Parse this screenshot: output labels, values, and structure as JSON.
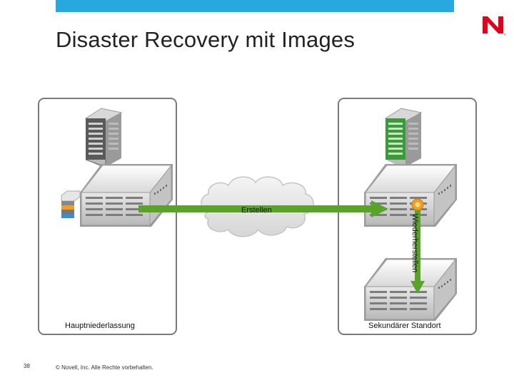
{
  "slide": {
    "title": "Disaster Recovery mit Images",
    "page_number": "38",
    "footer": "© Novell, Inc. Alle Rechte vorbehalten."
  },
  "logo": {
    "name": "novell-n-logo",
    "color": "#e2001a"
  },
  "sites": {
    "primary_label": "Hauptniederlassung",
    "secondary_label": "Sekundärer Standort"
  },
  "arrows": {
    "create_label": "Erstellen",
    "restore_label": "Wiederherstellen"
  },
  "colors": {
    "accent_bar": "#29a8e0",
    "arrow_green": "#5aa329",
    "building_green": "#3c9a3c",
    "image_orange": "#f0a020",
    "image_blue": "#3a8fd0"
  }
}
